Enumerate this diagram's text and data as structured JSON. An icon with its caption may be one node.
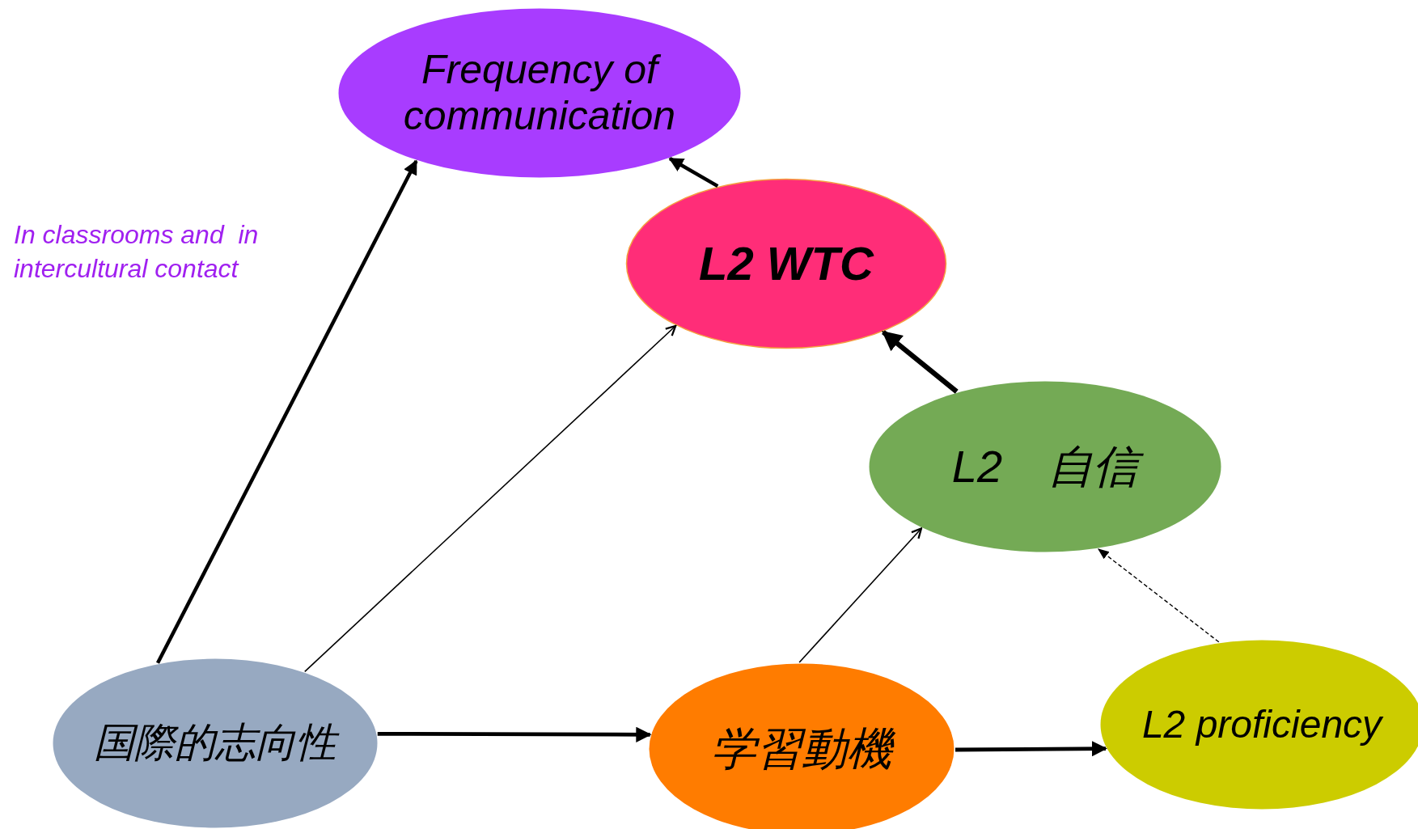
{
  "diagram": {
    "nodes": [
      {
        "text": [
          "Frequency of communication"
        ]
      },
      {
        "text": [
          "L2 WTC"
        ]
      },
      {
        "text": [
          "L2　自信"
        ]
      },
      {
        "text": [
          "国際的志向性"
        ]
      },
      {
        "text": [
          "学習動機"
        ]
      },
      {
        "text": [
          "L2 proficiency"
        ]
      }
    ],
    "edges": [
      {
        "from": 3,
        "to": 0,
        "arrow": "to"
      },
      {
        "from": 3,
        "to": 1,
        "arrow": "to"
      },
      {
        "from": 3,
        "to": 4,
        "arrow": "to"
      },
      {
        "from": 4,
        "to": 2,
        "arrow": "to"
      },
      {
        "from": 4,
        "to": 5,
        "arrow": "to"
      },
      {
        "from": 5,
        "to": 2,
        "arrow": "to",
        "style": "dashed"
      },
      {
        "from": 2,
        "to": 1,
        "arrow": "to"
      },
      {
        "from": 1,
        "to": 0,
        "arrow": "to"
      }
    ],
    "labels": [
      "In classrooms and  in intercultural contact"
    ]
  }
}
